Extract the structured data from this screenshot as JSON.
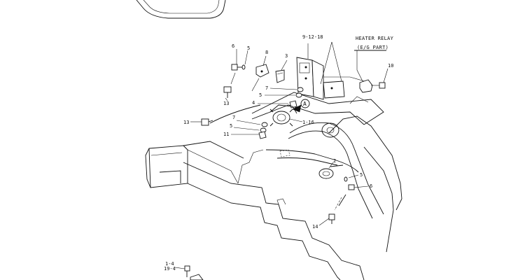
{
  "diagram": {
    "title_line1": "HEATER RELAY",
    "title_line2": "(E/G PART)",
    "detail_marker": "A",
    "callouts": {
      "c6_top": "6",
      "c5_top": "5",
      "c8": "8",
      "c3": "3",
      "c9_12_18": "9-12-18",
      "c10": "10",
      "c7_upper": "7",
      "c5_mid": "5",
      "c4": "4",
      "c13_left": "13",
      "c13_top": "13",
      "c1_16": "1-16",
      "c7_lower": "7",
      "c5_lower": "5",
      "c11": "11",
      "c2": "2",
      "c5_right": "5",
      "c6_right": "6",
      "c14": "14",
      "c1_4": "1-4",
      "c19_4": "19-4"
    }
  }
}
